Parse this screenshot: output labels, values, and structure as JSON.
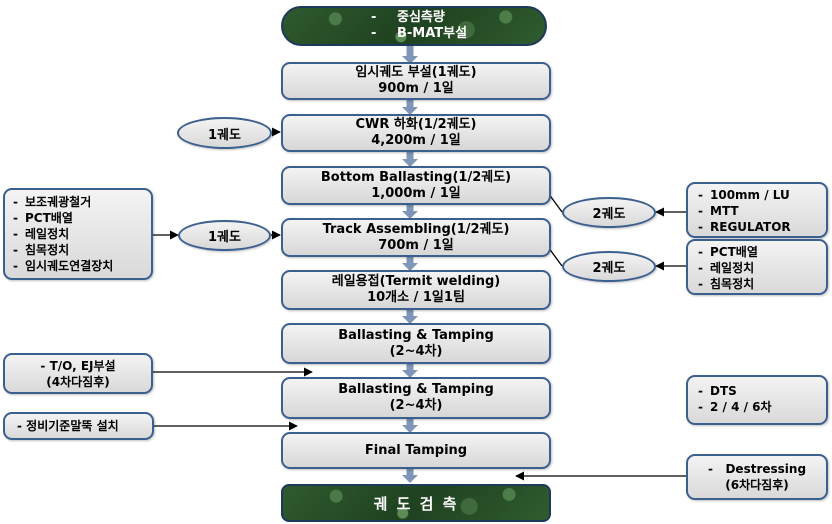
{
  "start": {
    "items": [
      "중심측량",
      "B-MAT부설"
    ]
  },
  "steps": [
    {
      "title": "임시궤도 부설(1궤도)",
      "detail": "900m / 1일"
    },
    {
      "title": "CWR 하화(1/2궤도)",
      "detail": "4,200m / 1일"
    },
    {
      "title": "Bottom Ballasting(1/2궤도)",
      "detail": "1,000m / 1일"
    },
    {
      "title": "Track Assembling(1/2궤도)",
      "detail": "700m / 1일"
    },
    {
      "title": "레일용접(Termit welding)",
      "detail": "10개소 / 1일1팀"
    },
    {
      "title": "Ballasting & Tamping",
      "detail": "(2~4차)"
    },
    {
      "title": "Ballasting & Tamping",
      "detail": "(2~4차)"
    },
    {
      "title": "Final Tamping",
      "detail": ""
    }
  ],
  "end": {
    "label": "궤 도 검 측"
  },
  "ovals": {
    "cwr_left": "1궤도",
    "assembly_left": "1궤도",
    "bottom_right": "2궤도",
    "assembly_right": "2궤도"
  },
  "left_notes": {
    "track_install": [
      "보조궤광철거",
      "PCT배열",
      "레일정치",
      "침목정치",
      "임시궤도연결장치"
    ],
    "turnout": {
      "line1": "- T/O, EJ부설",
      "line2": "(4차다짐후)"
    },
    "benchmark": "- 정비기준말뚝 설치"
  },
  "right_notes": {
    "equipment": [
      "100mm / LU",
      "MTT",
      "REGULATOR"
    ],
    "track_install": [
      "PCT배열",
      "레일정치",
      "침목정치"
    ],
    "dts": [
      "DTS",
      "2 / 4 / 6차"
    ],
    "destressing": {
      "line1": "-   Destressing",
      "line2": "(6차다짐후)"
    }
  },
  "colors": {
    "border": "#3b5f8e",
    "arrow": "#7f96b8",
    "green": "#1f4220"
  }
}
